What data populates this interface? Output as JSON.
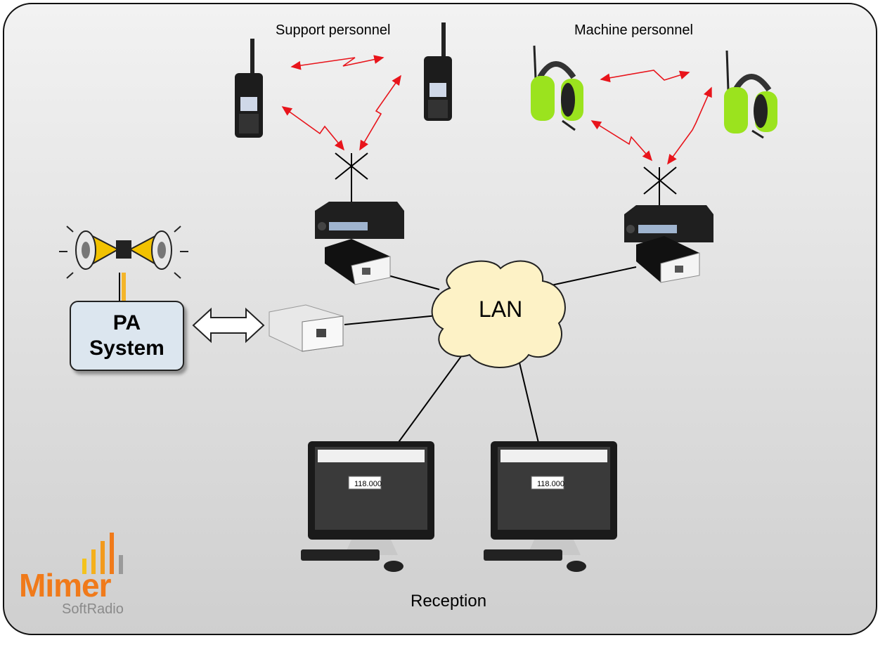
{
  "groups": {
    "support": "Support personnel",
    "machine": "Machine personnel",
    "reception": "Reception"
  },
  "network": {
    "lan": "LAN"
  },
  "pa": {
    "line1": "PA",
    "line2": "System"
  },
  "console": {
    "frequency": "118.000"
  },
  "logo": {
    "name": "Mimer",
    "product": "SoftRadio"
  },
  "colors": {
    "background": "#dedede",
    "radio_link": "#e8141b",
    "pa_box": "#dce6ef",
    "headset": "#9be31e",
    "logo_orange": "#f07a1a"
  }
}
